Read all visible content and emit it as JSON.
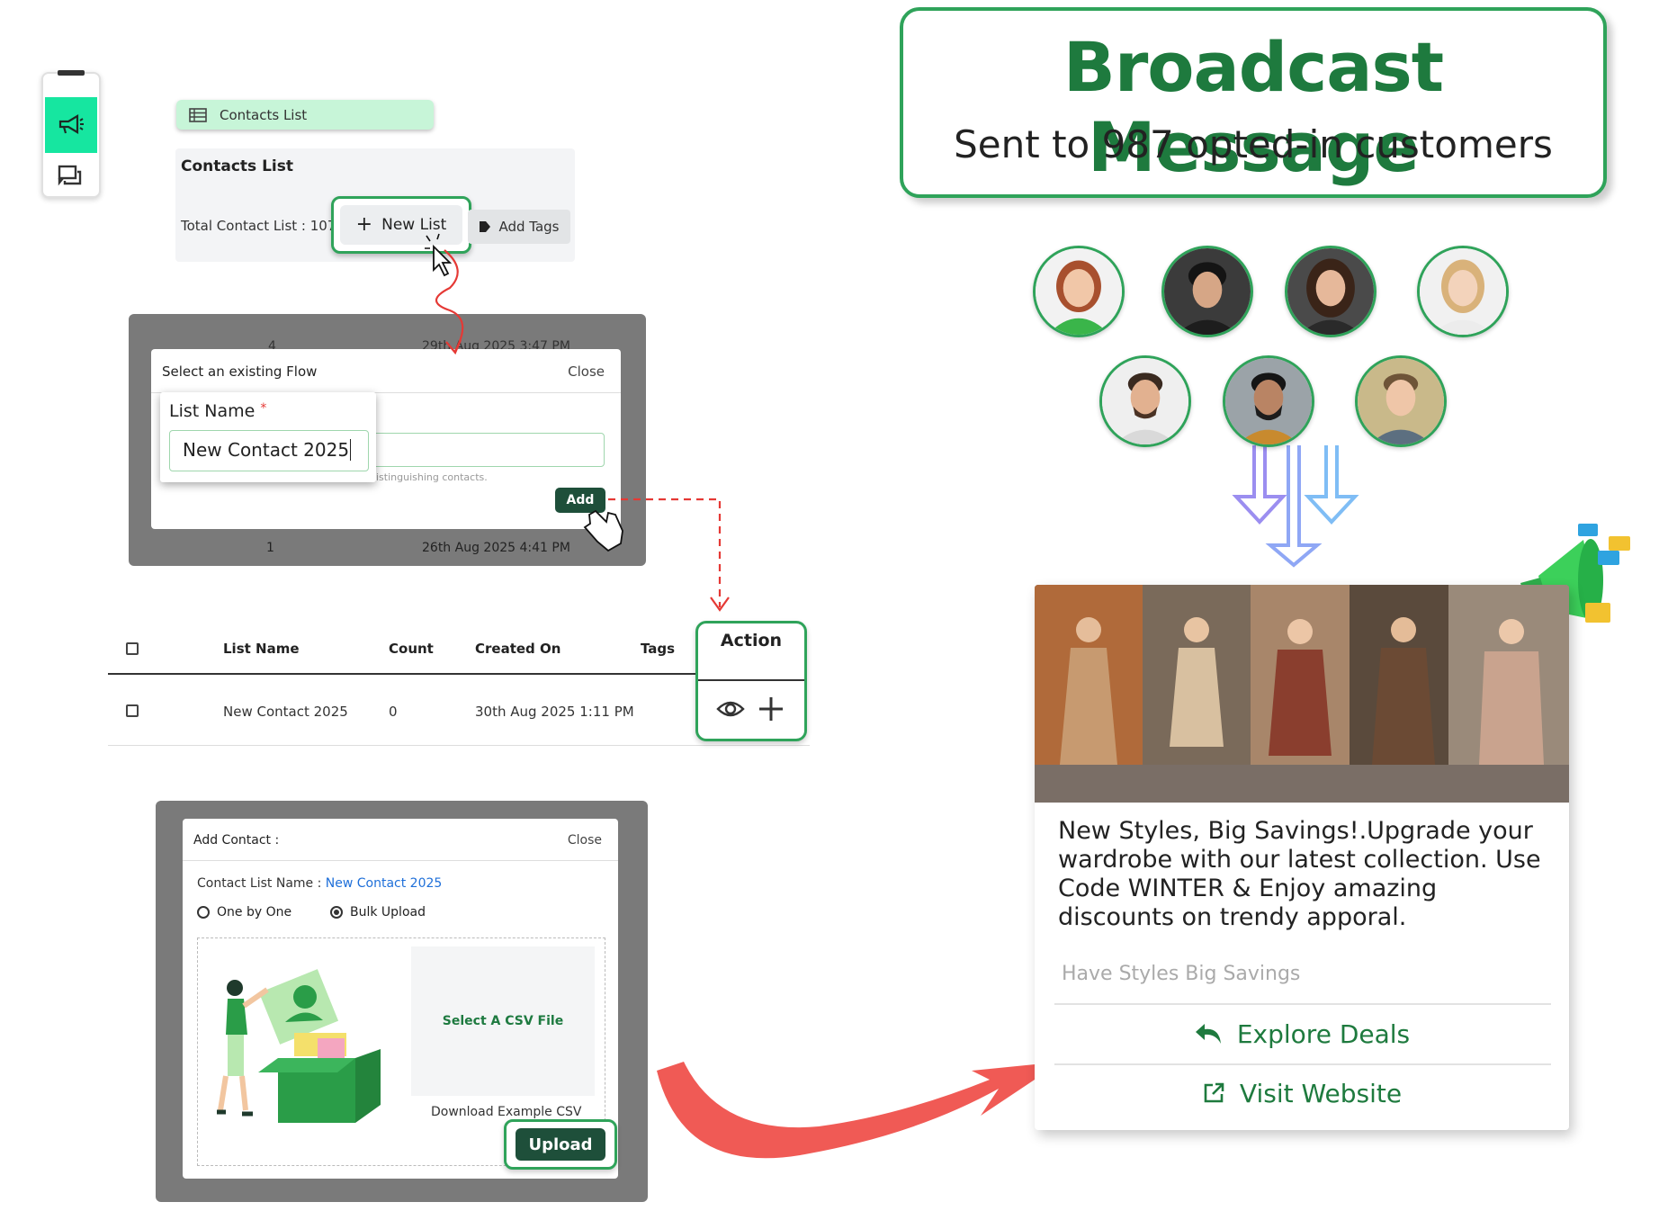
{
  "rail": {
    "icons": [
      "megaphone-icon",
      "chat-icon"
    ]
  },
  "contacts_pill": {
    "label": "Contacts List"
  },
  "contacts_card": {
    "heading": "Contacts List",
    "total": "Total Contact List : 107",
    "new_list": "New List",
    "add_tags": "Add Tags"
  },
  "flow_modal": {
    "title": "Select an existing Flow",
    "close": "Close",
    "bg_row_top_num": "4",
    "bg_row_top_date": "29th Aug 2025 3:47 PM",
    "bg_row_bottom_num": "1",
    "bg_row_bottom_date": "26th Aug 2025 4:41 PM",
    "help_text": "istinguishing contacts.",
    "add_label": "Add",
    "list_name_label": "List Name",
    "required_mark": "*",
    "list_name_value": "New Contact 2025"
  },
  "table": {
    "headers": [
      "List Name",
      "Count",
      "Created On",
      "Tags"
    ],
    "row": {
      "list_name": "New Contact 2025",
      "count": "0",
      "created_on": "30th Aug 2025 1:11 PM"
    },
    "action_header": "Action"
  },
  "add_contact_modal": {
    "title": "Add Contact :",
    "close": "Close",
    "list_name_label": "Contact List Name :",
    "list_name_value": "New Contact 2025",
    "option_one": "One by One",
    "option_bulk": "Bulk Upload",
    "select_csv": "Select A CSV File",
    "download_csv": "Download Example CSV",
    "upload": "Upload"
  },
  "broadcast": {
    "title": "Broadcast Message",
    "subtitle": "Sent to 987 opted-in customers"
  },
  "message": {
    "body": "New Styles, Big Savings!.Upgrade your wardrobe with our latest collection. Use Code WINTER & Enjoy amazing discounts on trendy apporal.",
    "footer": "Have Styles Big Savings",
    "button_1": "Explore Deals",
    "button_2": "Visit Website"
  },
  "colors": {
    "brand_green": "#1e7a3e",
    "accent_green": "#2fa35a",
    "dark_green": "#1e4f3a",
    "mint": "#16e6a0"
  }
}
